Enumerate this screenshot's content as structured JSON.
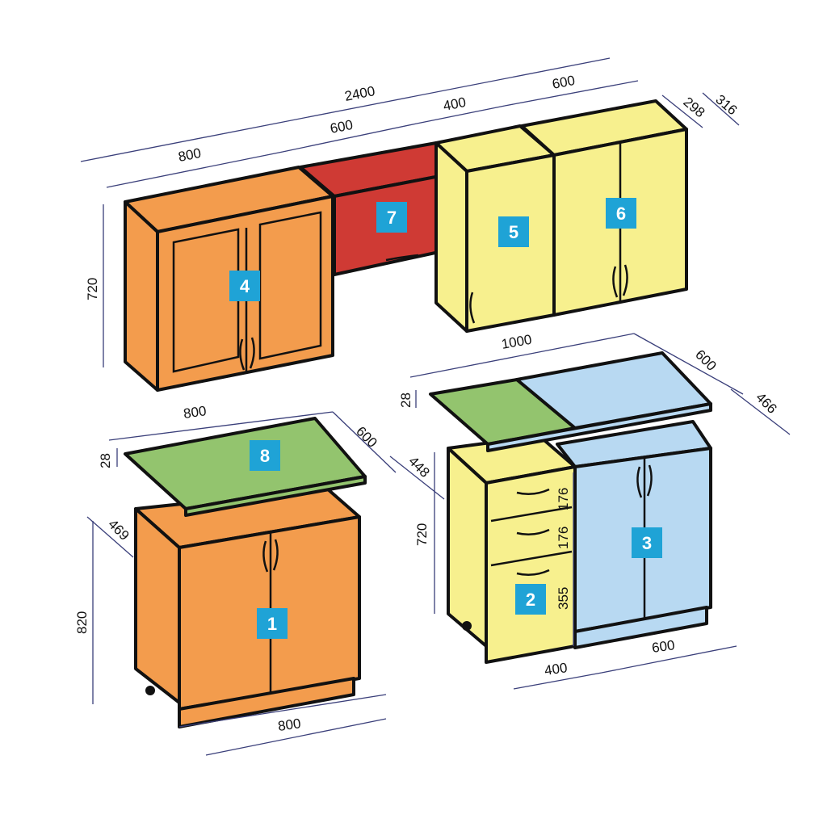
{
  "colors": {
    "orange": "#f39c4d",
    "red": "#cf3a34",
    "yellow": "#f7f08e",
    "green": "#93c46e",
    "blue": "#b8d9f2",
    "badge": "#1fa3d6",
    "outline": "#111111",
    "dimension": "#3a3f7a"
  },
  "modules": [
    {
      "id": "1",
      "label": "1"
    },
    {
      "id": "2",
      "label": "2"
    },
    {
      "id": "3",
      "label": "3"
    },
    {
      "id": "4",
      "label": "4"
    },
    {
      "id": "5",
      "label": "5"
    },
    {
      "id": "6",
      "label": "6"
    },
    {
      "id": "7",
      "label": "7"
    },
    {
      "id": "8",
      "label": "8"
    }
  ],
  "dimensions": {
    "upper_total": "2400",
    "upper_m4_width": "800",
    "upper_m7_width": "600",
    "upper_m5_width": "400",
    "upper_m6_width": "600",
    "upper_depth_298": "298",
    "upper_depth_316": "316",
    "upper_height": "720",
    "top8_width": "800",
    "top8_depth": "600",
    "top8_thickness": "28",
    "m1_depth": "469",
    "m1_height": "820",
    "m1_width": "800",
    "top_right_width": "1000",
    "top_right_depth": "600",
    "top_right_thickness": "28",
    "right_depth_466": "466",
    "m2_depth": "448",
    "m2_height": "720",
    "drawer1": "176",
    "drawer2": "176",
    "drawer3": "355",
    "m2_width": "400",
    "m3_width": "600"
  }
}
